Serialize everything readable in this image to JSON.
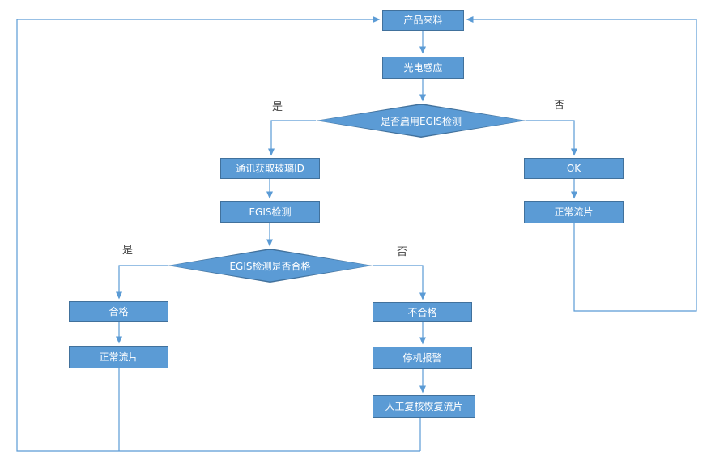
{
  "colors": {
    "node_fill": "#5b9bd5",
    "node_border": "#41719c",
    "connector": "#5b9bd5",
    "node_text": "#ffffff",
    "branch_label_text": "#404040"
  },
  "nodes": {
    "incoming": "产品来料",
    "photo_sensor": "光电感应",
    "decision_egis_enabled": "是否启用EGIS检测",
    "get_glass_id": "通讯获取玻璃ID",
    "egis_check": "EGIS检测",
    "decision_egis_pass": "EGIS检测是否合格",
    "pass": "合格",
    "normal_flow_left": "正常流片",
    "fail": "不合格",
    "stop_alarm": "停机报警",
    "manual_review": "人工复核恢复流片",
    "ok": "OK",
    "normal_flow_right": "正常流片"
  },
  "branch_labels": {
    "d1_yes": "是",
    "d1_no": "否",
    "d2_yes": "是",
    "d2_no": "否"
  }
}
